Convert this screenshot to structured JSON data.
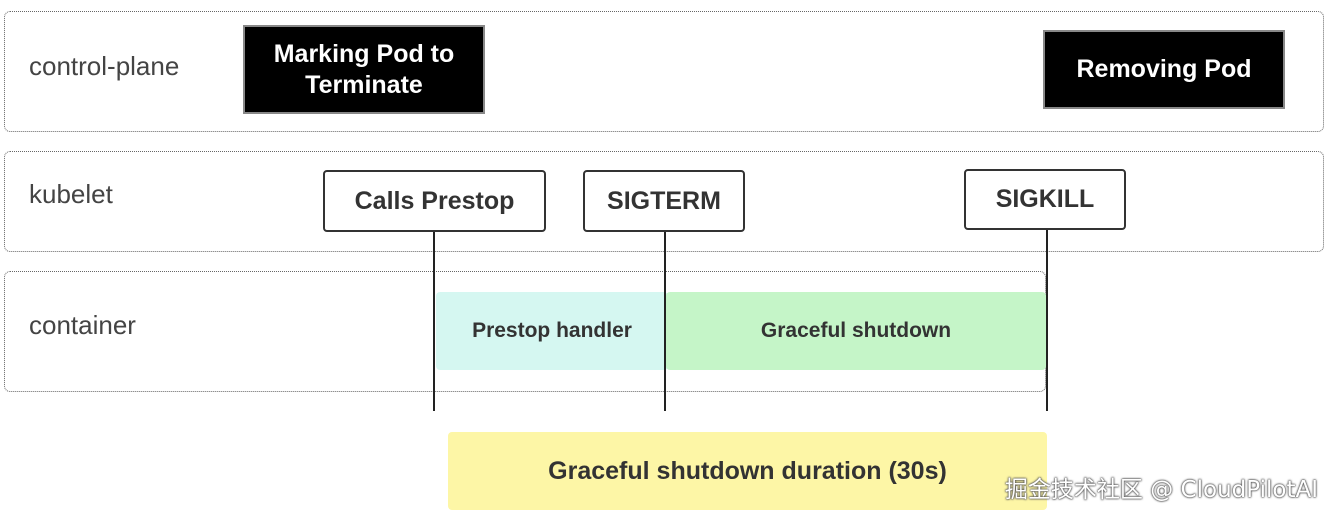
{
  "lanes": {
    "control_plane": {
      "label": "control-plane"
    },
    "kubelet": {
      "label": "kubelet"
    },
    "container": {
      "label": "container"
    }
  },
  "control_plane_events": {
    "marking": {
      "line1": "Marking Pod to",
      "line2": "Terminate"
    },
    "removing": {
      "label": "Removing Pod"
    }
  },
  "kubelet_events": {
    "prestop": {
      "label": "Calls Prestop"
    },
    "sigterm": {
      "label": "SIGTERM"
    },
    "sigkill": {
      "label": "SIGKILL"
    }
  },
  "container_phases": {
    "prestop_handler": {
      "label": "Prestop handler",
      "color": "#d5f7f1"
    },
    "graceful_shutdown": {
      "label": "Graceful shutdown",
      "color": "#c5f5c8"
    }
  },
  "duration": {
    "label": "Graceful shutdown duration (30s)",
    "color": "#fdf6a6"
  },
  "watermark": {
    "text": "掘金技术社区 @ CloudPilotAI"
  }
}
